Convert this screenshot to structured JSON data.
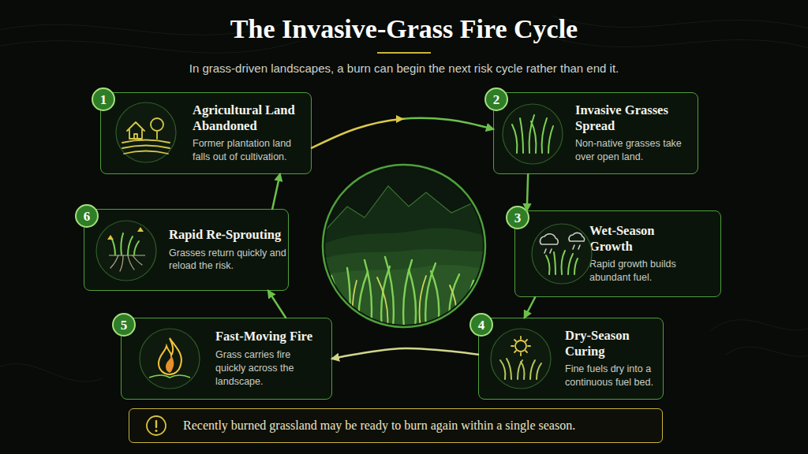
{
  "diagram": {
    "title": "The Invasive-Grass Fire Cycle",
    "caption": "In grass-driven landscapes, a burn can begin the next risk cycle rather than end it.",
    "nodes": [
      {
        "text": [
          "1",
          "Agricultural Land Abandoned",
          "Former plantation land falls out of cultivation."
        ]
      },
      {
        "text": [
          "2",
          "Invasive Grasses Spread",
          "Non-native grasses take over open land."
        ]
      },
      {
        "text": [
          "3",
          "Wet-Season Growth",
          "Rapid growth builds abundant fuel."
        ]
      },
      {
        "text": [
          "4",
          "Dry-Season Curing",
          "Fine fuels dry into a continuous fuel bed."
        ]
      },
      {
        "text": [
          "5",
          "Fast-Moving Fire",
          "Grass carries fire quickly across the landscape."
        ]
      },
      {
        "text": [
          "6",
          "Rapid Re-Sprouting",
          "Grasses return quickly and reload the risk."
        ]
      },
      {
        "text": [
          "Recently burned grassland may be ready to burn again within a single season."
        ]
      }
    ],
    "edges": [
      {
        "from": 0,
        "to": 1,
        "arrow": "to"
      },
      {
        "from": 1,
        "to": 2,
        "arrow": "to"
      },
      {
        "from": 2,
        "to": 3,
        "arrow": "to"
      },
      {
        "from": 3,
        "to": 4,
        "arrow": "to"
      },
      {
        "from": 4,
        "to": 5,
        "arrow": "to"
      },
      {
        "from": 5,
        "to": 0,
        "arrow": "to"
      }
    ]
  }
}
